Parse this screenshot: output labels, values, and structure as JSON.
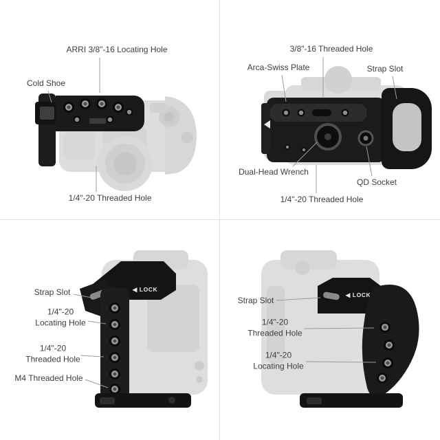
{
  "page": {
    "background": "#ffffff",
    "divider_color": "#e4e4e4",
    "label_color": "#3d3d3d",
    "leader_line_color": "#9b9b9b",
    "cage_color": "#1a1a1a",
    "faded_camera_color": "#c7c7c7"
  },
  "views": {
    "top": {
      "labels": {
        "arri_locating_hole": "ARRI 3/8\"-16 Locating Hole",
        "cold_shoe": "Cold Shoe",
        "quarter_threaded_hole": "1/4\"-20 Threaded Hole"
      }
    },
    "bottom": {
      "labels": {
        "threaded_hole_38": "3/8\"-16 Threaded Hole",
        "arca_swiss_plate": "Arca-Swiss Plate",
        "strap_slot": "Strap Slot",
        "dual_head_wrench": "Dual-Head Wrench",
        "qd_socket": "QD Socket",
        "quarter_threaded_hole": "1/4\"-20 Threaded Hole"
      }
    },
    "left_side": {
      "labels": {
        "strap_slot": "Strap Slot",
        "quarter_locating_hole": "1/4\"-20 Locating Hole",
        "quarter_threaded_hole": "1/4\"-20 Threaded Hole",
        "m4_threaded_hole": "M4 Threaded Hole"
      }
    },
    "right_side": {
      "labels": {
        "strap_slot": "Strap Slot",
        "quarter_threaded_hole": "1/4\"-20 Threaded Hole",
        "quarter_locating_hole": "1/4\"-20 Locating Hole"
      }
    }
  },
  "cage_markings": {
    "lock": "◀ LOCK"
  }
}
